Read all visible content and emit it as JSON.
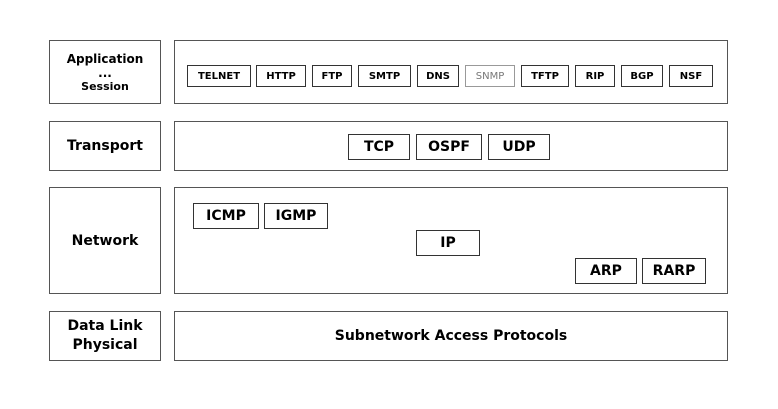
{
  "layers": {
    "application": {
      "line1": "Application",
      "line2": "...",
      "line3": "Session"
    },
    "transport": {
      "label": "Transport"
    },
    "network": {
      "label": "Network"
    },
    "datalink": {
      "line1": "Data Link",
      "line2": "Physical"
    }
  },
  "protocols": {
    "application": [
      "TELNET",
      "HTTP",
      "FTP",
      "SMTP",
      "DNS",
      "SNMP",
      "TFTP",
      "RIP",
      "BGP",
      "NSF"
    ],
    "transport": [
      "TCP",
      "OSPF",
      "UDP"
    ],
    "network": {
      "icmp": "ICMP",
      "igmp": "IGMP",
      "ip": "IP",
      "arp": "ARP",
      "rarp": "RARP"
    },
    "datalink": "Subnetwork Access Protocols"
  }
}
